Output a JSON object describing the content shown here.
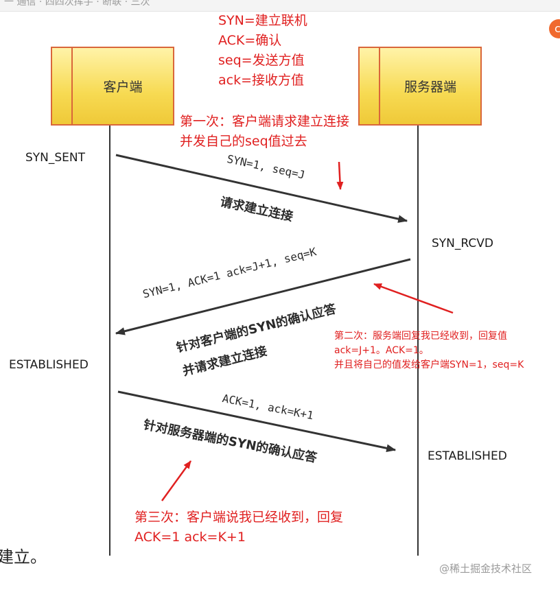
{
  "page": {
    "top_bar_text": "一 通信 · 四四次挥手 · 断联 · 三次",
    "side_text": "建立。",
    "watermark": "@稀土掘金技术社区",
    "badge_icon": "c"
  },
  "legend": [
    "SYN=建立联机",
    "ACK=确认",
    "seq=发送方值",
    "ack=接收方值"
  ],
  "colors": {
    "annotation": "#e02020",
    "box_fill": "#f7da52",
    "box_border": "#d9663a",
    "line": "#333333"
  },
  "client": {
    "label": "客户端",
    "state_sent": "SYN_SENT",
    "state_established": "ESTABLISHED"
  },
  "server": {
    "label": "服务器端",
    "state_rcvd": "SYN_RCVD",
    "state_established": "ESTABLISHED"
  },
  "messages": [
    {
      "params": "SYN=1, seq=J",
      "desc": [
        "请求建立连接"
      ]
    },
    {
      "params": "SYN=1, ACK=1  ack=J+1, seq=K",
      "desc": [
        "针对客户端的SYN的确认应答",
        "并请求建立连接"
      ]
    },
    {
      "params": "ACK=1, ack=K+1",
      "desc": [
        "针对服务器端的SYN的确认应答"
      ]
    }
  ],
  "notes": {
    "first": [
      "第一次：客户端请求建立连接",
      "并发自己的seq值过去"
    ],
    "second": [
      "第二次：服务端回复我已经收到，回复值",
      "ack=J+1。ACK=1。",
      "并且将自己的值发给客户端SYN=1，seq=K"
    ],
    "third": [
      "第三次：客户端说我已经收到，回复",
      "ACK=1  ack=K+1"
    ]
  }
}
